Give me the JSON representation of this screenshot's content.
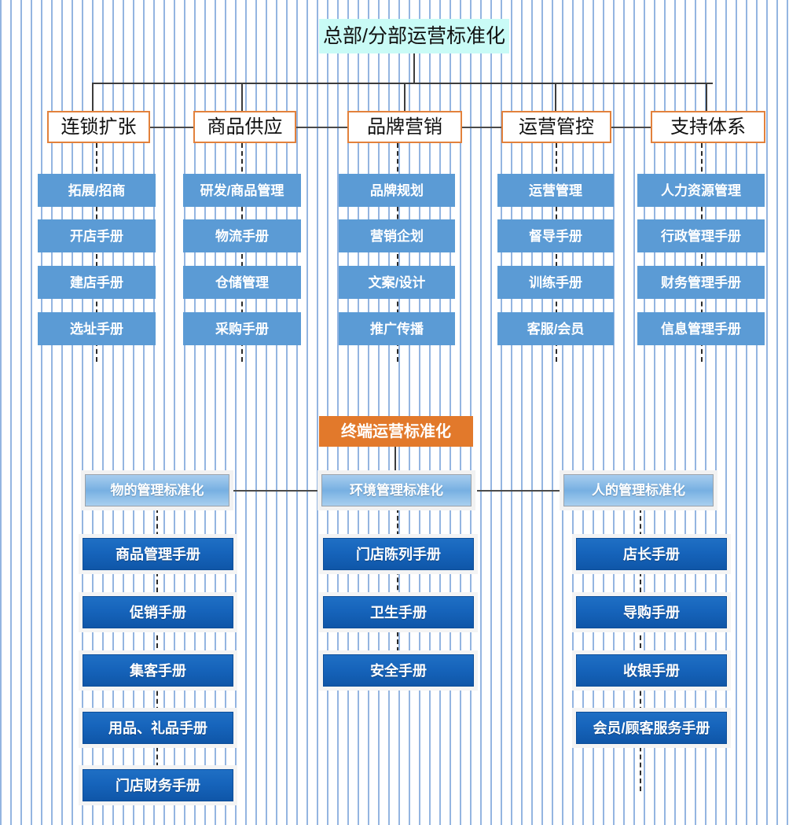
{
  "diagram": {
    "background_color": "#ffffff",
    "grid_dot_color": "#3c78c8",
    "top_section": {
      "title": {
        "label": "总部/分部运营标准化",
        "color": "#c9fbf6"
      },
      "branches": [
        {
          "label": "连锁扩张",
          "items": [
            "拓展/招商",
            "开店手册",
            "建店手册",
            "选址手册"
          ]
        },
        {
          "label": "商品供应",
          "items": [
            "研发/商品管理",
            "物流手册",
            "仓储管理",
            "采购手册"
          ]
        },
        {
          "label": "品牌营销",
          "items": [
            "品牌规划",
            "营销企划",
            "文案/设计",
            "推广传播"
          ]
        },
        {
          "label": "运营管控",
          "items": [
            "运营管理",
            "督导手册",
            "训练手册",
            "客服/会员"
          ]
        },
        {
          "label": "支持体系",
          "items": [
            "人力资源管理",
            "行政管理手册",
            "财务管理手册",
            "信息管理手册"
          ]
        }
      ],
      "branch_border_color": "#e2813c",
      "item_color": "#5b9bd5"
    },
    "bottom_section": {
      "title": {
        "label": "终端运营标准化",
        "color": "#e2792b"
      },
      "branches": [
        {
          "label": "物的管理标准化",
          "items": [
            "商品管理手册",
            "促销手册",
            "集客手册",
            "用品、礼品手册",
            "门店财务手册"
          ]
        },
        {
          "label": "环境管理标准化",
          "items": [
            "门店陈列手册",
            "卫生手册",
            "安全手册"
          ]
        },
        {
          "label": "人的管理标准化",
          "items": [
            "店长手册",
            "导购手册",
            "收银手册",
            "会员/顾客服务手册"
          ]
        }
      ],
      "branch_color": "#77b0e2",
      "item_color": "#1664bb"
    }
  }
}
